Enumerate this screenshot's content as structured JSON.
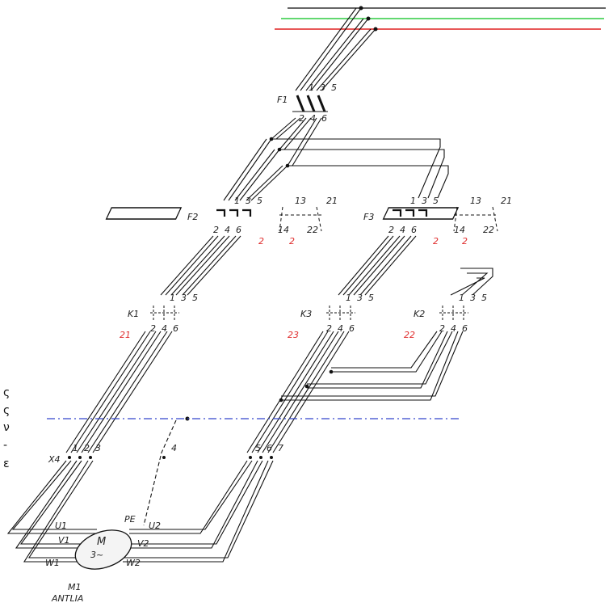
{
  "bus": {
    "line_colors": [
      "#333333",
      "#2ecc40",
      "#e02020"
    ]
  },
  "devices": {
    "f1": {
      "name": "F1",
      "top_terminals": [
        "1",
        "3",
        "5"
      ],
      "bottom_terminals": [
        "2",
        "4",
        "6"
      ]
    },
    "f2": {
      "name": "F2",
      "top_terminals": [
        "1",
        "3",
        "5"
      ],
      "aux_terminals_top": [
        "13",
        "21"
      ],
      "bottom_terminals": [
        "2",
        "4",
        "6"
      ],
      "aux_terminals_bottom": [
        "14",
        "22"
      ]
    },
    "f3": {
      "name": "F3",
      "top_terminals": [
        "1",
        "3",
        "5"
      ],
      "aux_terminals_top": [
        "13",
        "21"
      ],
      "bottom_terminals": [
        "2",
        "4",
        "6"
      ],
      "aux_terminals_bottom": [
        "14",
        "22"
      ]
    },
    "k1": {
      "name": "K1",
      "ref": "21",
      "top_terminals": [
        "1",
        "3",
        "5"
      ],
      "bottom_terminals": [
        "2",
        "4",
        "6"
      ]
    },
    "k3": {
      "name": "K3",
      "ref": "23",
      "top_terminals": [
        "1",
        "3",
        "5"
      ],
      "bottom_terminals": [
        "2",
        "4",
        "6"
      ]
    },
    "k2": {
      "name": "K2",
      "ref": "22",
      "top_terminals": [
        "1",
        "3",
        "5"
      ],
      "bottom_terminals": [
        "2",
        "4",
        "6"
      ]
    }
  },
  "terminal_strip": {
    "name": "X4",
    "group_a": [
      "1",
      "2",
      "3"
    ],
    "group_b": [
      "4"
    ],
    "group_c": [
      "5",
      "6",
      "7"
    ]
  },
  "motor": {
    "name": "M",
    "phase_symbol": "3~",
    "tag": "M1",
    "caption": "ANTLIA",
    "pe": "PE",
    "left_terminals": [
      "U1",
      "V1",
      "W1"
    ],
    "right_terminals": [
      "U2",
      "V2",
      "W2"
    ]
  },
  "cross_refs": {
    "f2": [
      "2",
      "2"
    ],
    "f3": [
      "2",
      "2"
    ]
  },
  "left_edge_glyphs": [
    "ς",
    "ς",
    "ν",
    "-",
    "ε"
  ],
  "colors": {
    "boundary_line": "#3344cc",
    "ref_red": "#e03030"
  }
}
